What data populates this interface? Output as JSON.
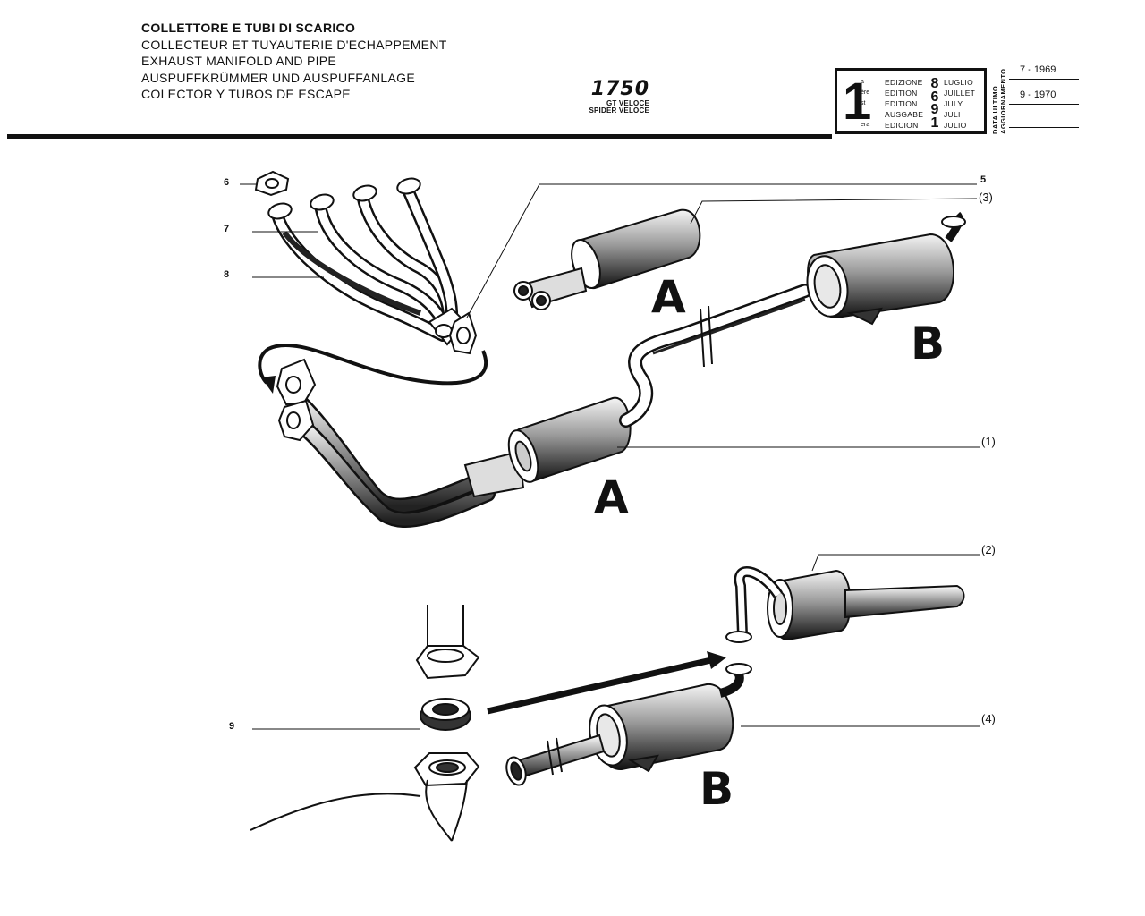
{
  "header": {
    "title_lines": [
      "COLLETTORE E TUBI DI SCARICO",
      "COLLECTEUR ET TUYAUTERIE D'ECHAPPEMENT",
      "EXHAUST MANIFOLD AND PIPE",
      "AUSPUFFKRÜMMER UND AUSPUFFANLAGE",
      "COLECTOR Y TUBOS DE ESCAPE"
    ],
    "model": "1750",
    "model_variants": [
      "GT VELOCE",
      "SPIDER VELOCE"
    ]
  },
  "edition_box": {
    "number": "1",
    "suffixes": [
      "a",
      "ère",
      "st",
      ".",
      "era"
    ],
    "labels": [
      "EDIZIONE",
      "EDITION",
      "EDITION",
      "AUSGABE",
      "EDICION"
    ],
    "year": [
      "1",
      "9",
      "6",
      "8"
    ],
    "months": [
      "LUGLIO",
      "JUILLET",
      "JULY",
      "JULI",
      "JULIO"
    ],
    "update_label": [
      "DATA ULTIMO",
      "AGGIORNAMENTO"
    ],
    "update_dates": [
      "7 - 1969",
      "9 - 1970",
      "",
      ""
    ]
  },
  "callouts": {
    "p5": "5",
    "p3": "(3)",
    "p6": "6",
    "p7": "7",
    "p8": "8",
    "p1": "(1)",
    "p2": "(2)",
    "p4": "(4)",
    "p9": "9"
  },
  "section_letters": {
    "a_top": "A",
    "b_top": "B",
    "a_mid": "A",
    "b_low": "B"
  }
}
